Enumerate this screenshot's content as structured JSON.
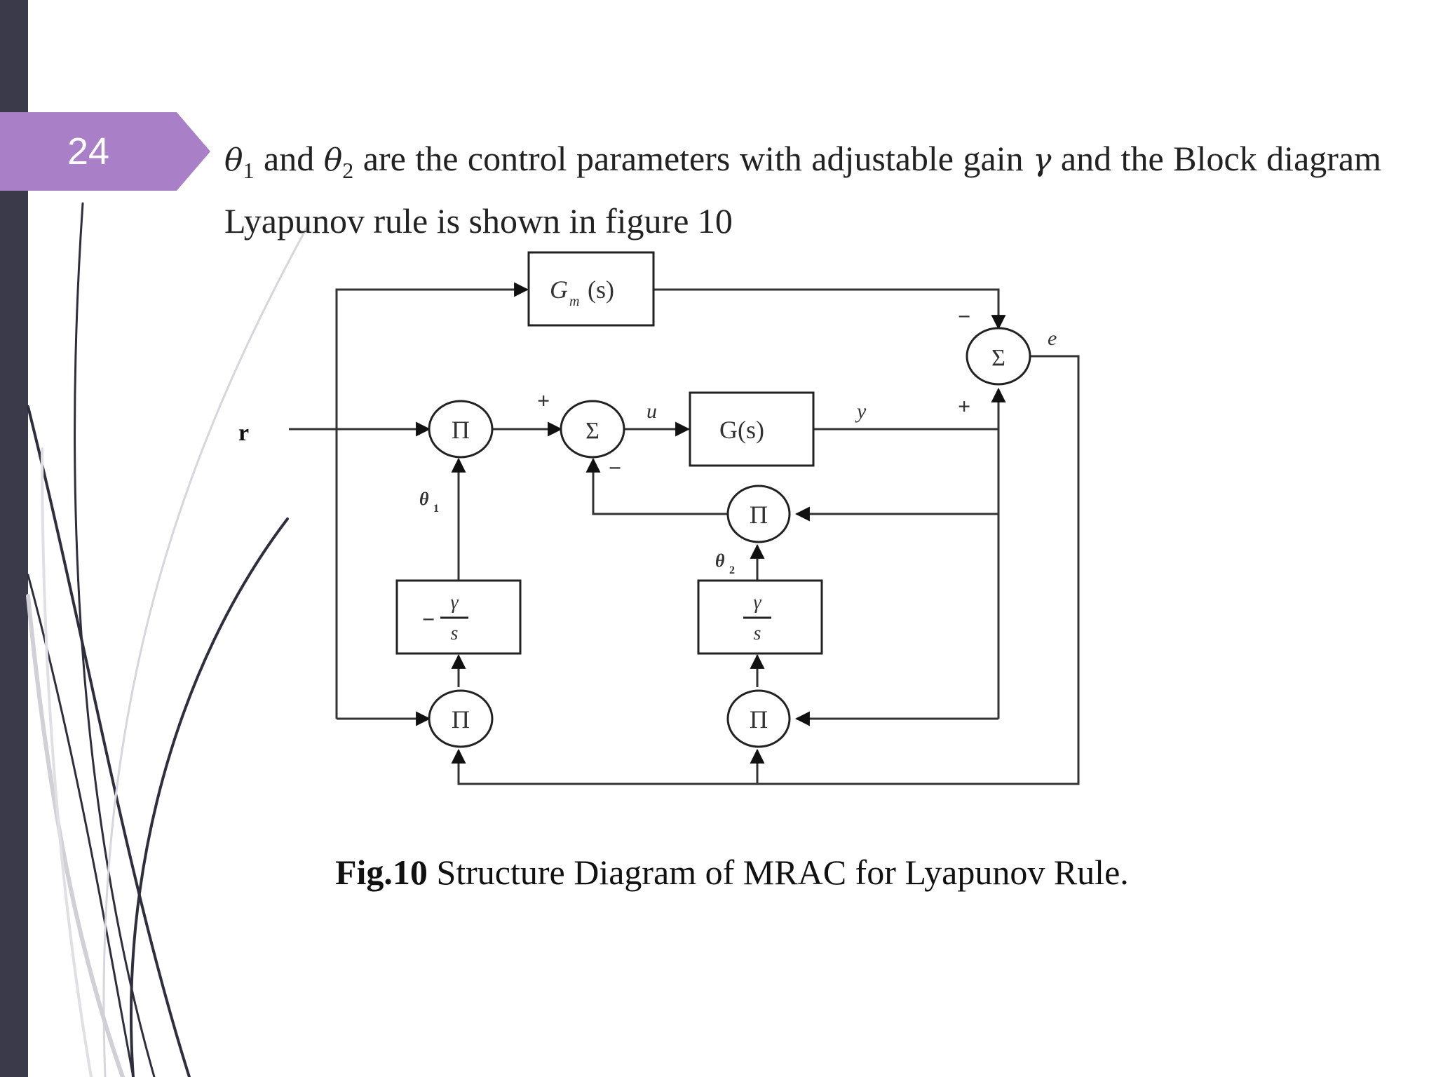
{
  "slide": {
    "page_number": "24",
    "accent_color": "#a97fc7",
    "sidebar_color": "#3b3a4a"
  },
  "paragraph": {
    "theta1": "θ",
    "theta1_sub": "1",
    "and1": " and ",
    "theta2": "θ",
    "theta2_sub": "2",
    "middle": " are the control parameters with adjustable gain ",
    "gamma": "γ",
    "tail": " and the Block diagram Lyapunov rule is shown in figure 10"
  },
  "diagram": {
    "input_label": "r",
    "model_block": "G",
    "model_block_sub": "m",
    "model_block_arg": "(s)",
    "plant_block": "G(s)",
    "sum_symbol": "Σ",
    "product_symbol": "Π",
    "signal_u": "u",
    "signal_y": "y",
    "signal_e": "e",
    "theta1_label": "θ",
    "theta1_label_sub": "1",
    "theta2_label": "θ",
    "theta2_label_sub": "2",
    "integrator1_sign": "−",
    "integrator_num": "γ",
    "integrator_den": "s",
    "plus": "+",
    "minus": "−"
  },
  "caption": {
    "prefix": "Fig.10",
    "text": " Structure Diagram of MRAC for Lyapunov Rule."
  }
}
